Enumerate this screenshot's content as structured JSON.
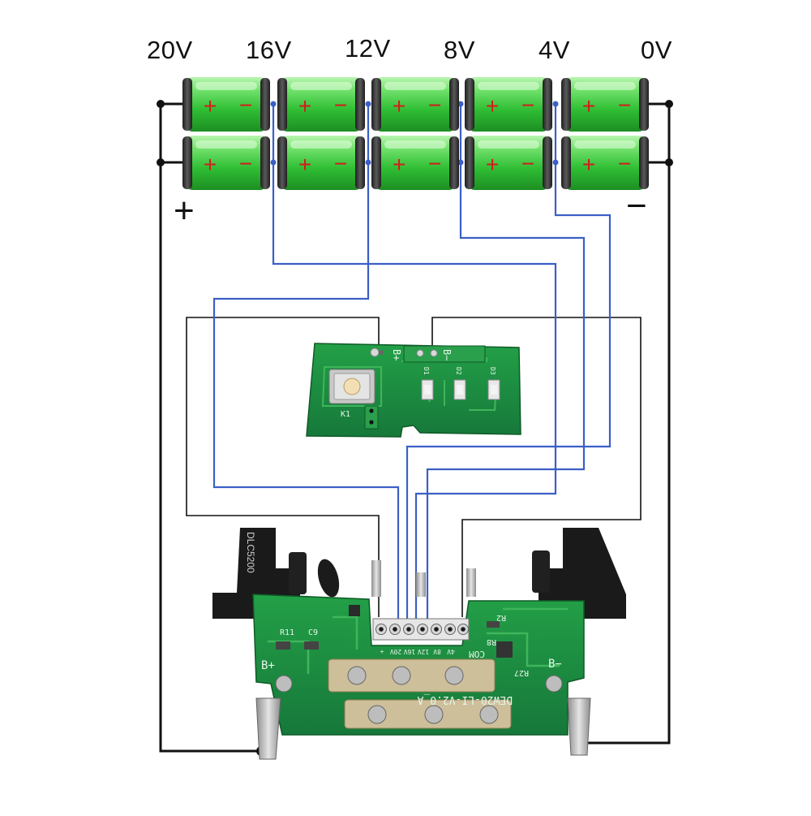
{
  "voltage_labels": [
    "20V",
    "16V",
    "12V",
    "8V",
    "4V",
    "0V"
  ],
  "pack_terminals": {
    "positive": "+",
    "negative": "−"
  },
  "cell": {
    "plus": "+",
    "minus": "−"
  },
  "colors": {
    "cell_green": "#2fbe34",
    "cell_highlight": "#b9f5b0",
    "cell_cap": "#3a3a3a",
    "polarity_red": "#d41c1c",
    "sense_wire": "#3b5fc6",
    "main_wire": "#111111",
    "pcb_green": "#1f8f3e",
    "pcb_trace": "#3fb65a"
  },
  "indicator_board": {
    "bplus_label": "B+",
    "bminus_label": "B−",
    "switch_label": "K1",
    "led_labels": [
      "D1",
      "D2",
      "D3"
    ]
  },
  "main_board": {
    "silkscreen_model": "DEW20-LI-V2.0_A",
    "holder_text": "DLC5200",
    "bplus_label": "B+",
    "bminus_label": "B−",
    "pin_labels": [
      "+",
      "20V",
      "16V",
      "12V",
      "8V",
      "4V"
    ],
    "com_label": "COM",
    "component_labels": [
      "R11",
      "C9",
      "R2",
      "R8",
      "R27"
    ]
  }
}
